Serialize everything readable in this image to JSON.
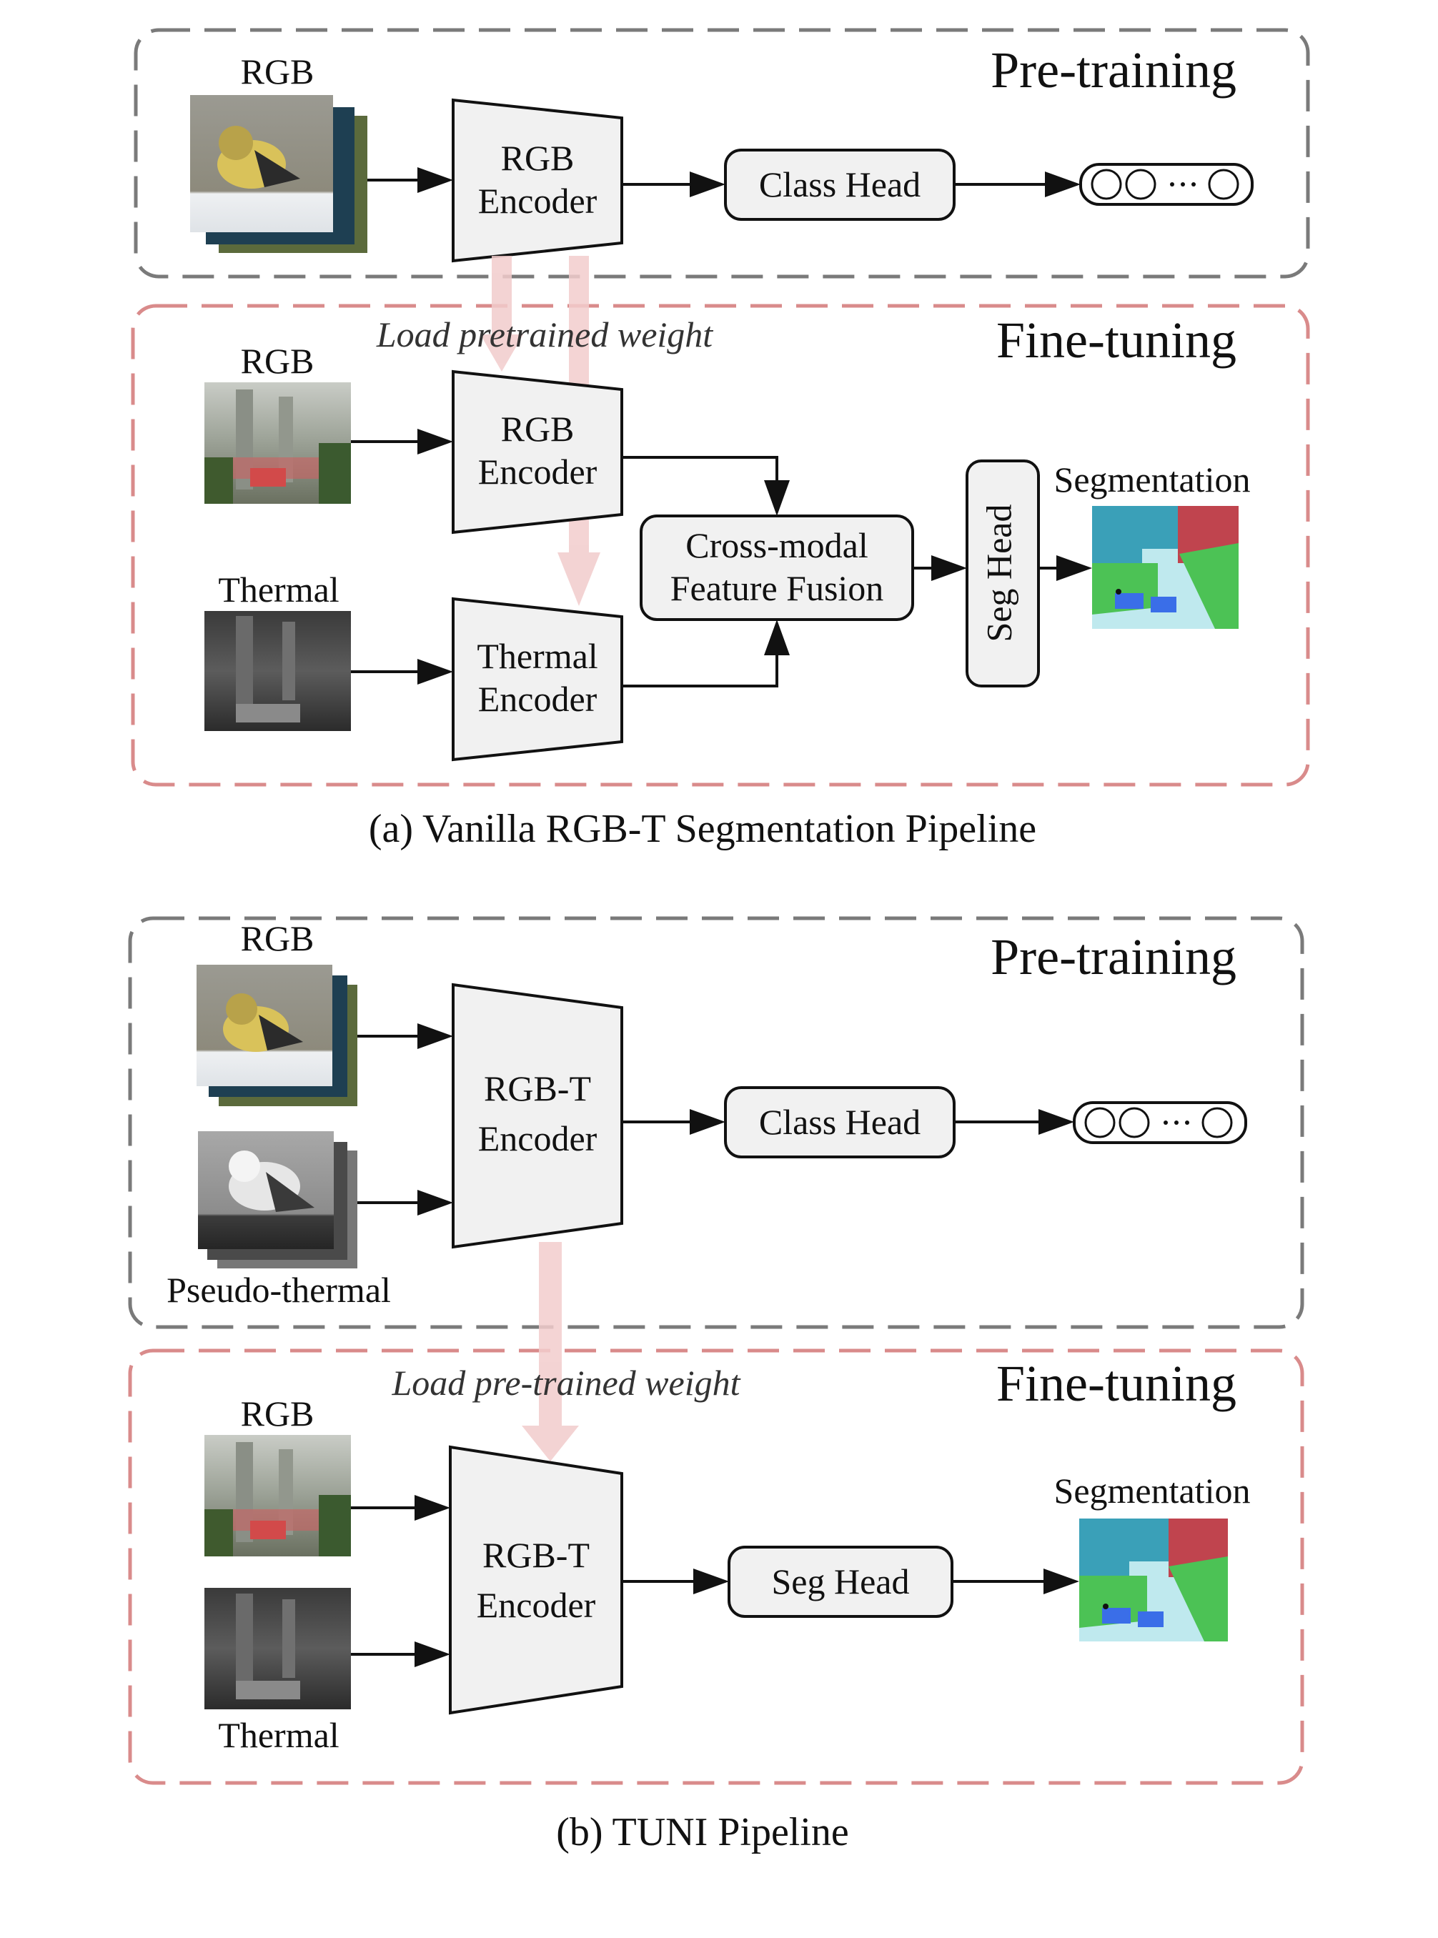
{
  "panel_a": {
    "pretrain_title": "Pre-training",
    "rgb_label": "RGB",
    "rgb_encoder": [
      "RGB",
      "Encoder"
    ],
    "class_head": "Class Head",
    "load_weight": "Load pretrained weight",
    "finetune_title": "Fine-tuning",
    "ft_rgb_label": "RGB",
    "ft_rgb_encoder": [
      "RGB",
      "Encoder"
    ],
    "thermal_label": "Thermal",
    "thermal_encoder": [
      "Thermal",
      "Encoder"
    ],
    "fusion": [
      "Cross-modal",
      "Feature Fusion"
    ],
    "seg_head": "Seg Head",
    "segmentation": "Segmentation",
    "caption": "(a) Vanilla RGB-T Segmentation Pipeline"
  },
  "panel_b": {
    "pretrain_title": "Pre-training",
    "rgb_label": "RGB",
    "pseudo_thermal_label": "Pseudo-thermal",
    "rgbt_encoder": [
      "RGB-T",
      "Encoder"
    ],
    "class_head": "Class Head",
    "load_weight": "Load pre-trained weight",
    "finetune_title": "Fine-tuning",
    "ft_rgb_label": "RGB",
    "thermal_label": "Thermal",
    "ft_rgbt_encoder": [
      "RGB-T",
      "Encoder"
    ],
    "seg_head": "Seg Head",
    "segmentation": "Segmentation",
    "caption": "(b) TUNI Pipeline"
  },
  "colors": {
    "pretrain_border": "#7a7a7a",
    "finetune_border": "#d98b8b",
    "weight_arrow": "#f2cccc",
    "box_fill": "#f1f1f1",
    "seg_sky": "#bfe9ee",
    "seg_building": "#3aa0b8",
    "seg_wall": "#c0444e",
    "seg_vegetation": "#4cc255",
    "seg_car": "#3a6ee8"
  }
}
